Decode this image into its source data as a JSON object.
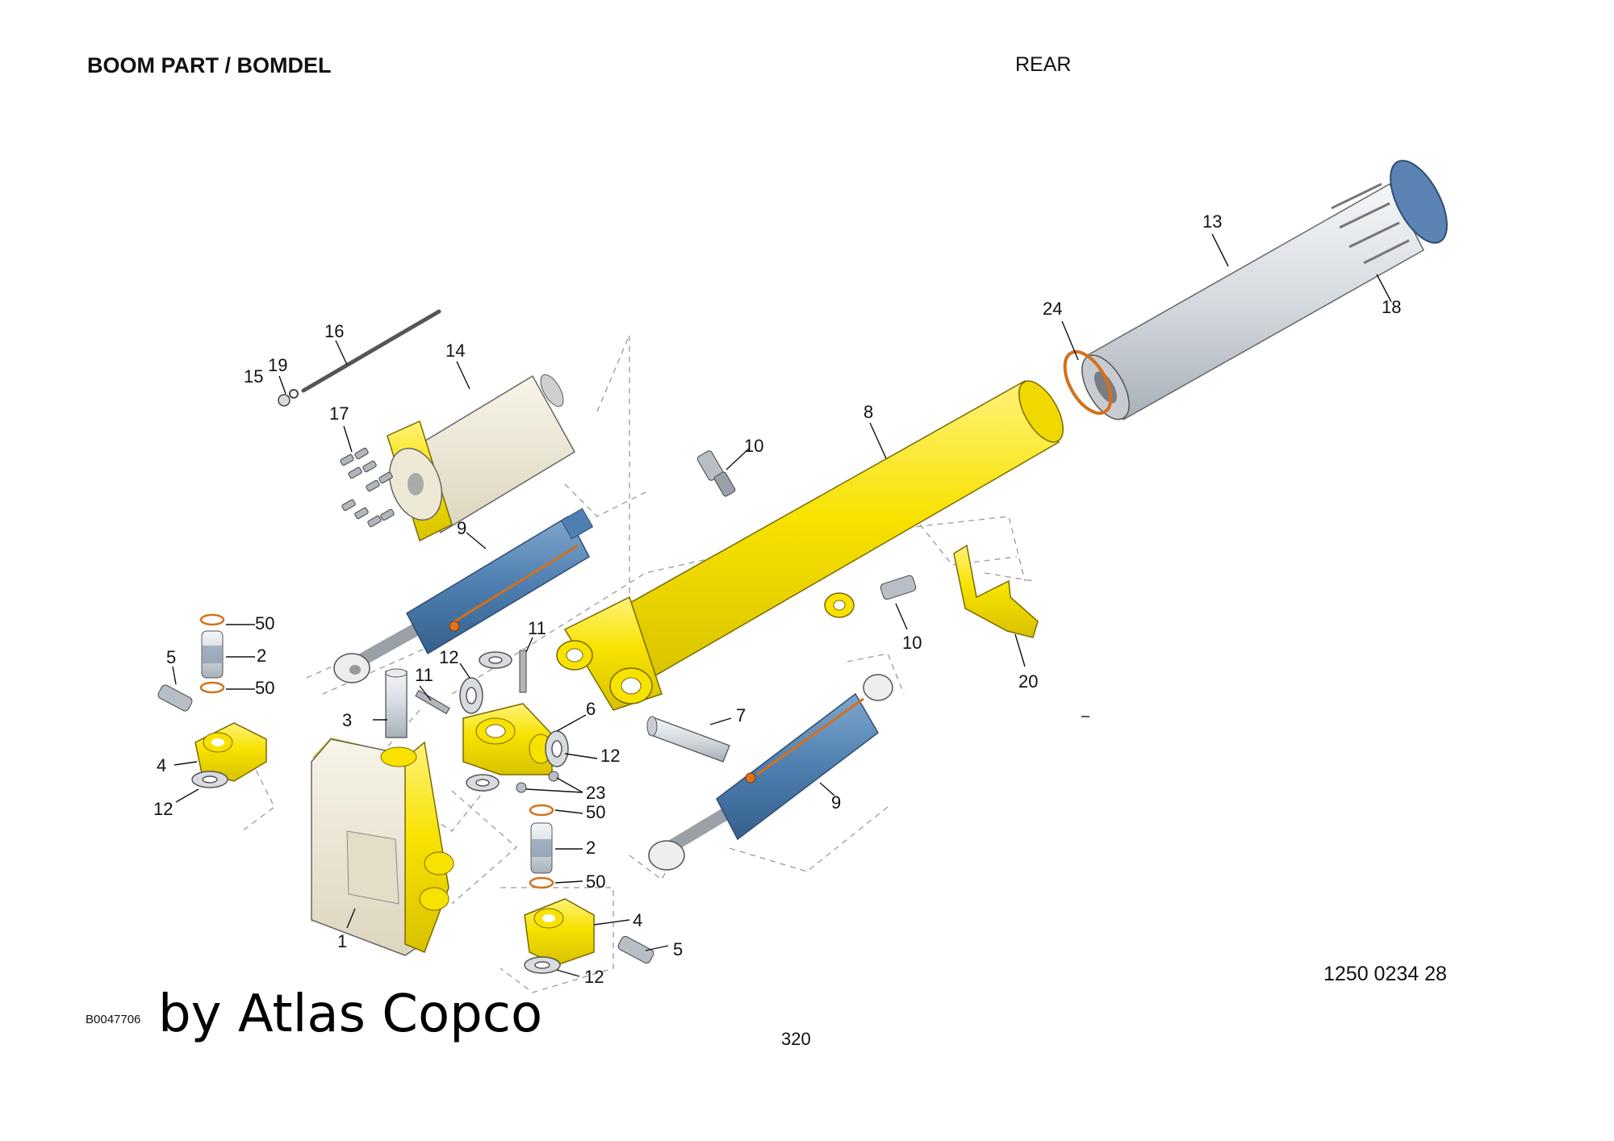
{
  "header": {
    "title": "BOOM PART / BOMDEL",
    "view": "REAR"
  },
  "callouts": {
    "c1": "1",
    "c2a": "2",
    "c2b": "2",
    "c3": "3",
    "c4a": "4",
    "c4b": "4",
    "c5a": "5",
    "c5b": "5",
    "c6": "6",
    "c7": "7",
    "c8": "8",
    "c9a": "9",
    "c9b": "9",
    "c10a": "10",
    "c10b": "10",
    "c11a": "11",
    "c11b": "11",
    "c12a": "12",
    "c12b": "12",
    "c12c": "12",
    "c12d": "12",
    "c13": "13",
    "c14": "14",
    "c15": "15",
    "c16": "16",
    "c17": "17",
    "c18": "18",
    "c19": "19",
    "c20": "20",
    "c23": "23",
    "c24": "24",
    "c50a": "50",
    "c50b": "50",
    "c50c": "50",
    "c50d": "50"
  },
  "footer": {
    "document_number": "1250 0234 28",
    "image_code": "B0047706",
    "brand": "by Atlas Copco",
    "page": "320"
  },
  "colors": {
    "yellow": "#F7E200",
    "blue": "#4E7FB0",
    "beige": "#EEE8D6",
    "orange": "#E07020",
    "steel": "#D8DCE0"
  }
}
